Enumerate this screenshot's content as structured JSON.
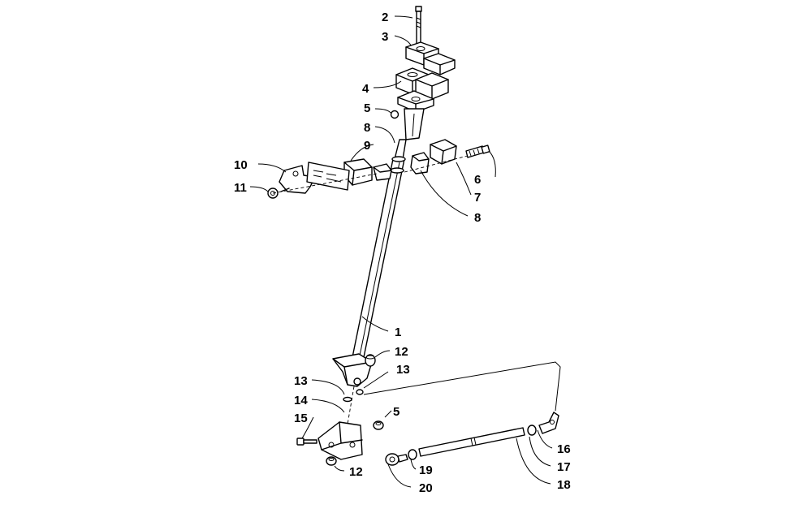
{
  "callouts": [
    {
      "id": "c2",
      "label": "2"
    },
    {
      "id": "c3",
      "label": "3"
    },
    {
      "id": "c4",
      "label": "4"
    },
    {
      "id": "c5a",
      "label": "5"
    },
    {
      "id": "c8a",
      "label": "8"
    },
    {
      "id": "c9",
      "label": "9"
    },
    {
      "id": "c10",
      "label": "10"
    },
    {
      "id": "c11",
      "label": "11"
    },
    {
      "id": "c6",
      "label": "6"
    },
    {
      "id": "c7",
      "label": "7"
    },
    {
      "id": "c8b",
      "label": "8"
    },
    {
      "id": "c1",
      "label": "1"
    },
    {
      "id": "c12a",
      "label": "12"
    },
    {
      "id": "c13a",
      "label": "13"
    },
    {
      "id": "c13b",
      "label": "13"
    },
    {
      "id": "c14",
      "label": "14"
    },
    {
      "id": "c15",
      "label": "15"
    },
    {
      "id": "c5b",
      "label": "5"
    },
    {
      "id": "c12b",
      "label": "12"
    },
    {
      "id": "c16",
      "label": "16"
    },
    {
      "id": "c17",
      "label": "17"
    },
    {
      "id": "c18",
      "label": "18"
    },
    {
      "id": "c19",
      "label": "19"
    },
    {
      "id": "c20",
      "label": "20"
    }
  ]
}
